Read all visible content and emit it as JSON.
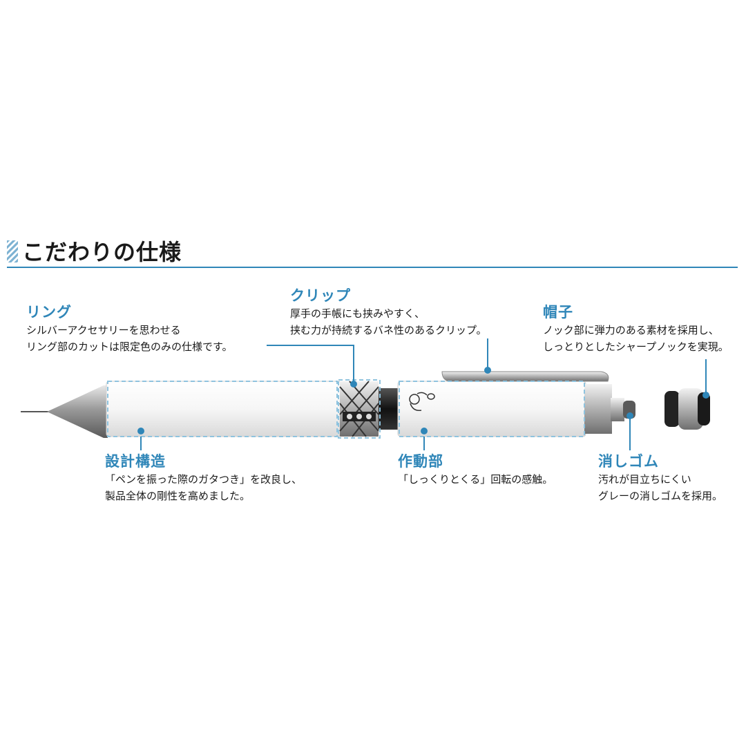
{
  "heading": {
    "title": "こだわりの仕様"
  },
  "callouts": {
    "ring": {
      "title": "リング",
      "lines": [
        "シルバーアクセサリーを思わせる",
        "リング部のカットは限定色のみの仕様です。"
      ]
    },
    "clip": {
      "title": "クリップ",
      "lines": [
        "厚手の手帳にも挟みやすく、",
        "挟む力が持続するバネ性のあるクリップ。"
      ]
    },
    "cap": {
      "title": "帽子",
      "lines": [
        "ノック部に弾力のある素材を採用し、",
        "しっとりとしたシャープノックを実現。"
      ]
    },
    "design": {
      "title": "設計構造",
      "lines": [
        "「ペンを振った際のガタつき」を改良し、",
        "製品全体の剛性を高めました。"
      ]
    },
    "mechanism": {
      "title": "作動部",
      "lines": [
        "「しっくりとくる」回転の感触。"
      ]
    },
    "eraser": {
      "title": "消しゴム",
      "lines": [
        "汚れが目立ちにくい",
        "グレーの消しゴムを採用。"
      ]
    }
  },
  "colors": {
    "accent": "#2f86b8",
    "dash": "#8fc3de",
    "pen_body": "#f7f7f7",
    "metal": "#b9b9b9",
    "black_ring": "#1a1a1a"
  },
  "icons": {
    "pen": "mechanical-pencil-illustration",
    "character": "snoopy-woodstock-engraving"
  }
}
